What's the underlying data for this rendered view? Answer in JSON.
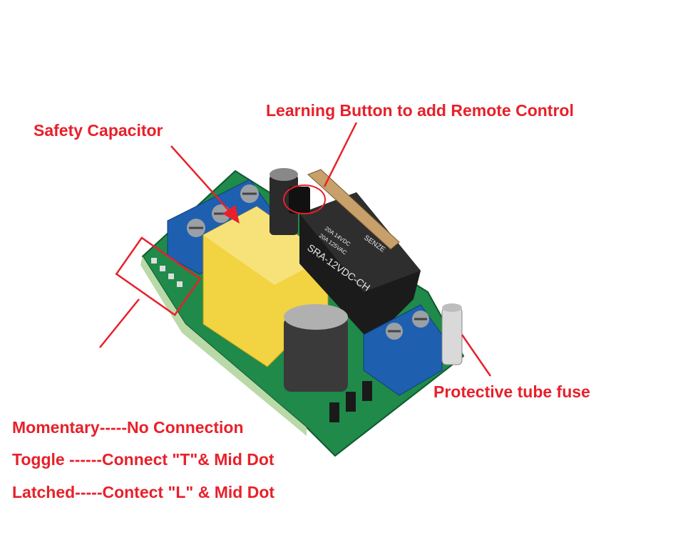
{
  "annotations": {
    "learning_button": "Learning Button to add Remote Control",
    "safety_capacitor": "Safety Capacitor",
    "fuse": "Protective tube  fuse"
  },
  "modes": [
    "Momentary-----No Connection",
    "Toggle ------Connect \"T\"& Mid Dot",
    "Latched-----Contect \"L\" & Mid Dot"
  ],
  "relay": {
    "model": "SRA-12VDC-CH",
    "brand": "SENZE",
    "rating_1": "20A 14VDC",
    "rating_2": "20A 125VAC"
  },
  "colors": {
    "annotation": "#e8202a",
    "board": "#1f8a4a",
    "terminal_block": "#1e5fb0",
    "capacitor": "#f2d341",
    "relay": "#1b1b1b"
  }
}
